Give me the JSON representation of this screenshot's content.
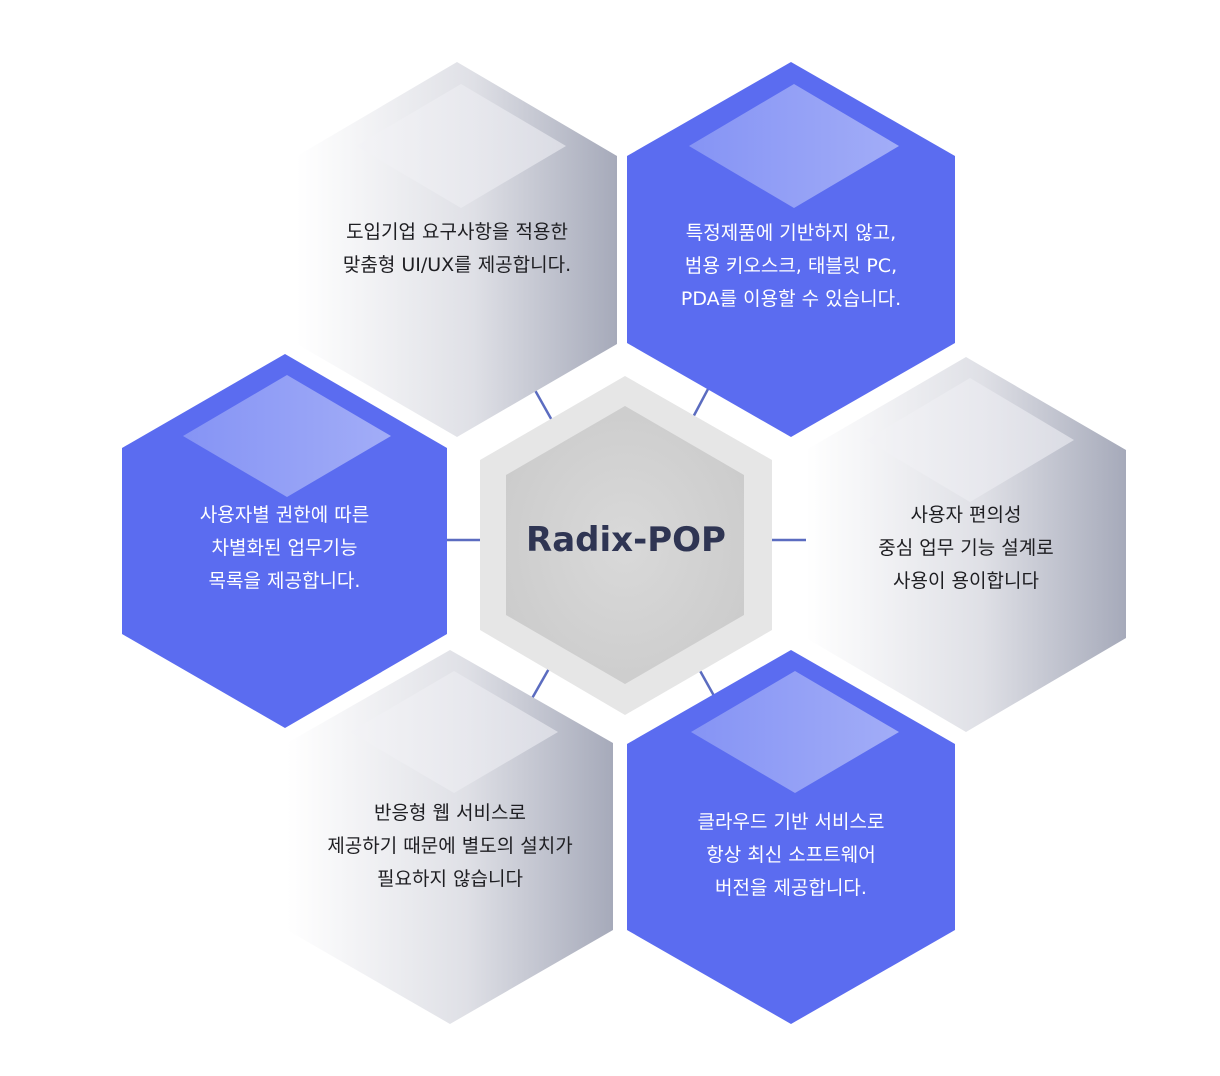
{
  "colors": {
    "blue_hex": "#5b6cf0",
    "gray_hex_dark": "#a9adbd",
    "center_fill": "#d3d3d3",
    "center_border": "#e6e6e6",
    "connector": "#5b6cc0",
    "title_text": "#2f3553"
  },
  "center": {
    "title": "Radix-POP"
  },
  "hexagons": {
    "top_left": {
      "lines": [
        "도입기업 요구사항을 적용한",
        "맞춤형 UI/UX를 제공합니다."
      ]
    },
    "top_right": {
      "lines": [
        "특정제품에 기반하지 않고,",
        "범용 키오스크, 태블릿 PC,",
        "PDA를 이용할 수 있습니다."
      ]
    },
    "mid_left": {
      "lines": [
        "사용자별 권한에 따른",
        "차별화된 업무기능",
        "목록을 제공합니다."
      ]
    },
    "mid_right": {
      "lines": [
        "사용자 편의성",
        "중심 업무 기능 설계로",
        "사용이 용이합니다"
      ]
    },
    "bottom_left": {
      "lines": [
        "반응형 웹 서비스로",
        "제공하기 때문에 별도의 설치가",
        "필요하지 않습니다"
      ]
    },
    "bottom_right": {
      "lines": [
        "클라우드 기반 서비스로",
        "항상 최신 소프트웨어",
        "버전을 제공합니다."
      ]
    }
  }
}
